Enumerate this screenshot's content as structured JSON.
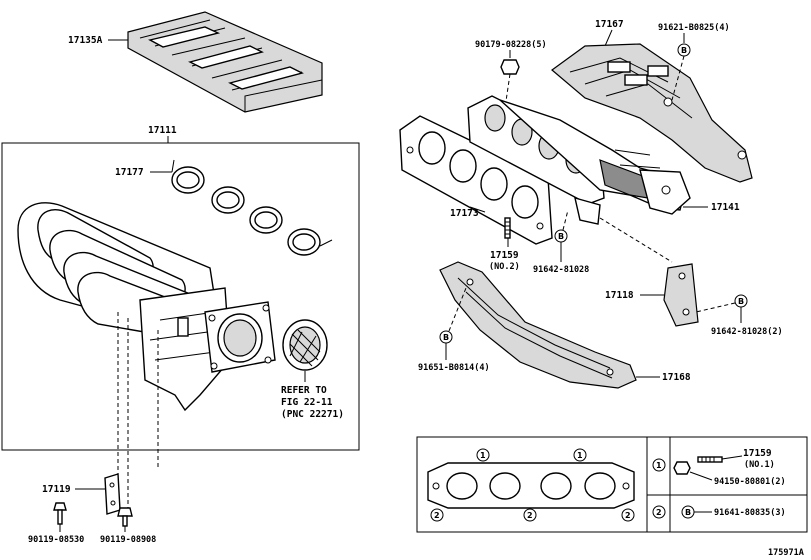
{
  "labels": {
    "heat_insulator_top": "17135A",
    "intake_manifold": "17111",
    "intake_gasket": "17177",
    "refer_line1": "REFER TO",
    "refer_line2": "FIG 22-11",
    "refer_line3": "(PNC 22271)",
    "bracket": "17119",
    "bolt_a": "90119-08530",
    "bolt_b": "90119-08908",
    "nut_top": "90179-08228(5)",
    "manifold_insulator": "17167",
    "bolt_b_top": "91621-B0825(4)",
    "exhaust_gasket": "17173",
    "stud_no2": "17159",
    "stud_no2_sub": "(NO.2)",
    "bolt_b_mid": "91642-81028",
    "exhaust_manifold": "17141",
    "stay": "17118",
    "bolt_stay": "91642-81028(2)",
    "bolt_lower": "91651-B0814(4)",
    "lower_insulator": "17168",
    "legend_stud": "17159",
    "legend_stud_sub": "(NO.1)",
    "legend_nut": "94150-80801(2)",
    "legend_bolt": "91641-80835(3)",
    "figure_number": "175971A"
  },
  "markers": {
    "b": "B",
    "one": "1",
    "two": "2"
  }
}
